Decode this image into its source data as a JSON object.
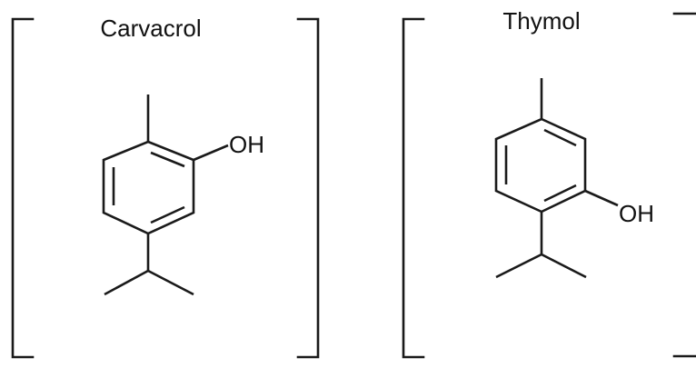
{
  "molecules": [
    {
      "name": "Carvacrol",
      "hydroxyl_label": "OH"
    },
    {
      "name": "Thymol",
      "hydroxyl_label": "OH"
    }
  ],
  "colors": {
    "ink": "#1a1a1a",
    "background": "#ffffff"
  }
}
